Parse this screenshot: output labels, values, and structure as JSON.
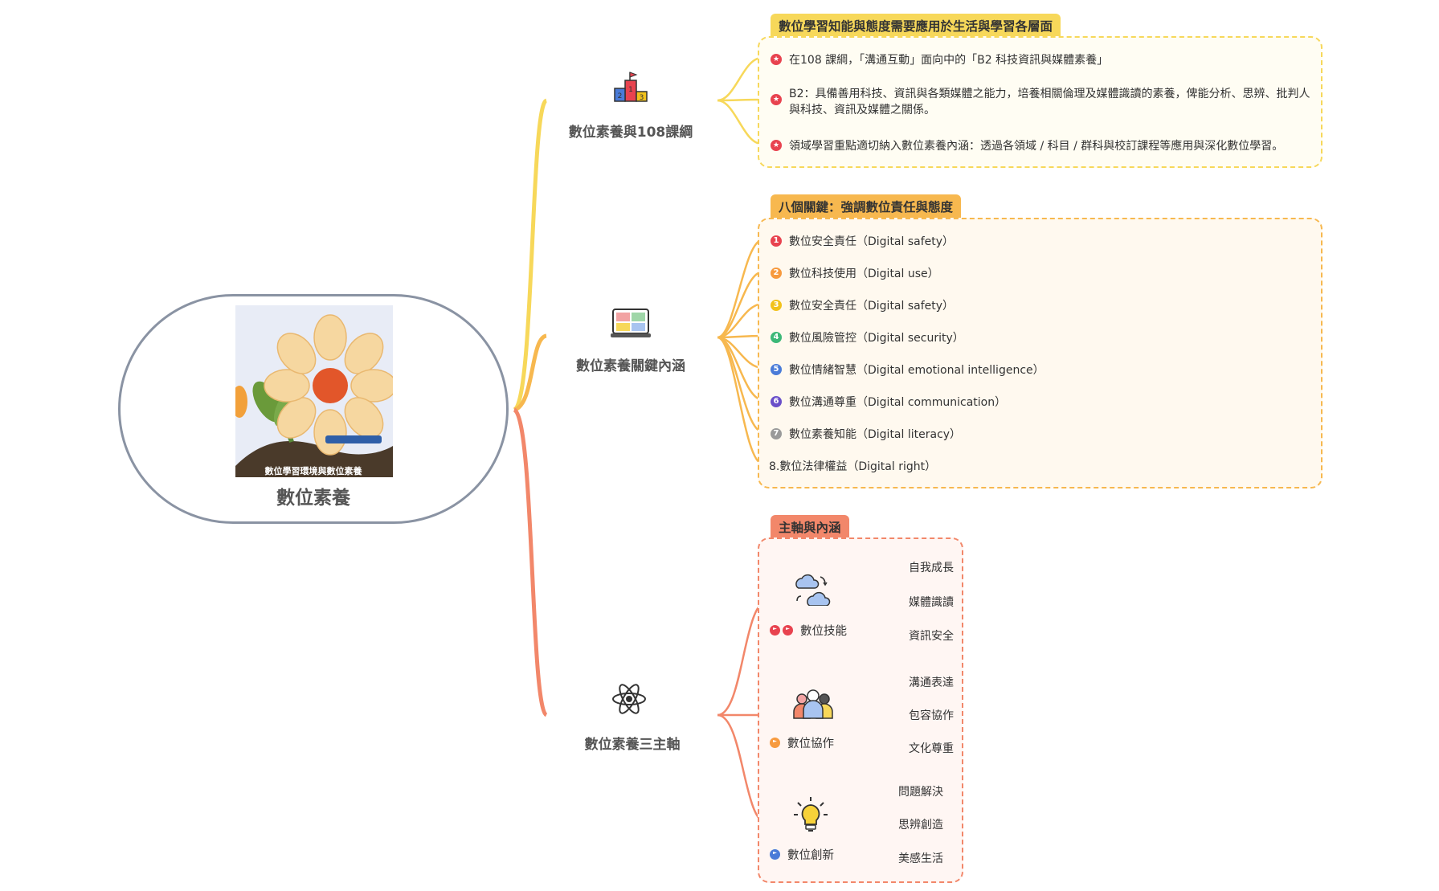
{
  "center": {
    "title": "數位素養",
    "image_caption": "數位學習環境與數位素養"
  },
  "colors": {
    "yellow": "#f7d85a",
    "orange": "#f7b84f",
    "salmon": "#f2876a",
    "central_border": "#8a93a3"
  },
  "topics": [
    {
      "label": "數位素養與108課綱",
      "icon": "podium-icon"
    },
    {
      "label": "數位素養關鍵內涵",
      "icon": "video-call-icon"
    },
    {
      "label": "數位素養三主軸",
      "icon": "atom-icon"
    }
  ],
  "box1": {
    "title": "數位學習知能與態度需要應用於生活與學習各層面",
    "items": [
      "在108 課綱，「溝通互動」面向中的「B2 科技資訊與媒體素養」",
      "B2：具備善用科技、資訊與各類媒體之能力，培養相關倫理及媒體識讀的素養，俾能分析、思辨、批判人與科技、資訊及媒體之關係。",
      "領域學習重點適切納入數位素養內涵：透過各領域 / 科目 / 群科與校訂課程等應用與深化數位學習。"
    ]
  },
  "box2": {
    "title": "八個關鍵：強調數位責任與態度",
    "items": [
      {
        "num": "1",
        "text": "數位安全責任（Digital safety）",
        "color": "#e8434f"
      },
      {
        "num": "2",
        "text": "數位科技使用（Digital use）",
        "color": "#f79a3e"
      },
      {
        "num": "3",
        "text": "數位安全責任（Digital safety）",
        "color": "#f2c21b"
      },
      {
        "num": "4",
        "text": "數位風險管控（Digital security）",
        "color": "#3cb878"
      },
      {
        "num": "5",
        "text": "數位情緒智慧（Digital emotional intelligence）",
        "color": "#4a7bd8"
      },
      {
        "num": "6",
        "text": "數位溝通尊重（Digital communication）",
        "color": "#6a4fc9"
      },
      {
        "num": "7",
        "text": "數位素養知能（Digital literacy）",
        "color": "#9a9a9a"
      },
      {
        "num": "",
        "text": "8.數位法律權益（Digital right）",
        "color": ""
      }
    ]
  },
  "box3": {
    "title": "主軸與內涵",
    "groups": [
      {
        "label": "數位技能",
        "icon": "cloud-sync-icon",
        "leaves": [
          "自我成長",
          "媒體識讀",
          "資訊安全"
        ]
      },
      {
        "label": "數位協作",
        "icon": "people-icon",
        "leaves": [
          "溝通表達",
          "包容協作",
          "文化尊重"
        ]
      },
      {
        "label": "數位創新",
        "icon": "lightbulb-icon",
        "leaves": [
          "問題解決",
          "思辨創造",
          "美感生活"
        ]
      }
    ]
  }
}
